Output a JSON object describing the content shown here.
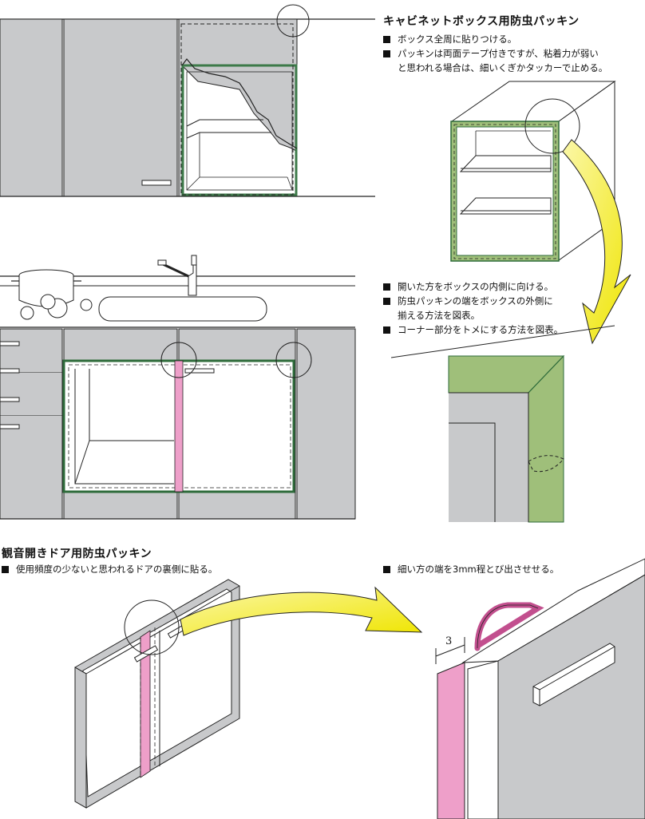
{
  "cabinet_section": {
    "title": "キャビネットボックス用防虫パッキン",
    "notes": [
      "ボックス全周に貼りつける。",
      "パッキンは両面テープ付きですが、粘着力が弱い",
      "と思われる場合は、細いくぎかタッカーで止める。"
    ]
  },
  "corner_section": {
    "notes": [
      "開いた方をボックスの内側に向ける。",
      "防虫パッキンの端をボックスの外側に",
      "揃える方法を図表。",
      "コーナー部分をトメにする方法を図表。"
    ]
  },
  "door_section": {
    "title": "観音開きドア用防虫パッキン",
    "notes": [
      "使用頻度の少ないと思われるドアの裏側に貼る。"
    ]
  },
  "tip_section": {
    "notes": [
      "細い方の端を3mm程とび出させせる。"
    ],
    "dimension_label": "3"
  },
  "colors": {
    "packing_green": "#9fbf7a",
    "packing_edge": "#2e6b3a",
    "packing_pink": "#ee9fc9",
    "cabinet_gray": "#c8c9cb",
    "arrow_yellow": "#f4ee1c"
  }
}
